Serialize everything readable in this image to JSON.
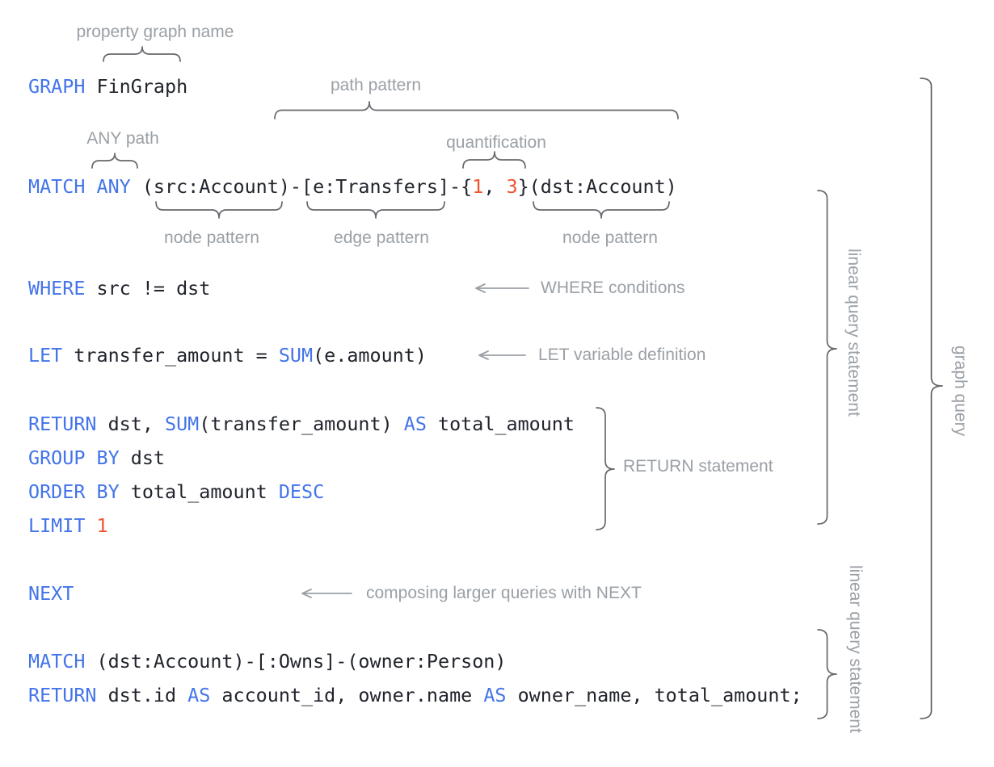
{
  "colors": {
    "kw": "#4374e9",
    "code": "#21242c",
    "num": "#f0532e",
    "label": "#9aa0a6",
    "brace": "#66696d",
    "arrow": "#9aa0a6"
  },
  "code": {
    "lines": {
      "graph": {
        "tokens": [
          {
            "t": "GRAPH",
            "c": "kw"
          },
          {
            "t": " FinGraph",
            "c": "pl"
          }
        ]
      },
      "match": {
        "tokens": [
          {
            "t": "MATCH ANY",
            "c": "kw"
          },
          {
            "t": " (src:Account)-[e:Transfers]-{",
            "c": "pl"
          },
          {
            "t": "1",
            "c": "num"
          },
          {
            "t": ", ",
            "c": "pl"
          },
          {
            "t": "3",
            "c": "num"
          },
          {
            "t": "}(dst:Account)",
            "c": "pl"
          }
        ]
      },
      "where": {
        "tokens": [
          {
            "t": "WHERE",
            "c": "kw"
          },
          {
            "t": " src != dst",
            "c": "pl"
          }
        ]
      },
      "let": {
        "tokens": [
          {
            "t": "LET",
            "c": "kw"
          },
          {
            "t": " transfer_amount = ",
            "c": "pl"
          },
          {
            "t": "SUM",
            "c": "kw"
          },
          {
            "t": "(e.amount)",
            "c": "pl"
          }
        ]
      },
      "return1": {
        "tokens": [
          {
            "t": "RETURN",
            "c": "kw"
          },
          {
            "t": " dst, ",
            "c": "pl"
          },
          {
            "t": "SUM",
            "c": "kw"
          },
          {
            "t": "(transfer_amount) ",
            "c": "pl"
          },
          {
            "t": "AS",
            "c": "kw"
          },
          {
            "t": " total_amount",
            "c": "pl"
          }
        ]
      },
      "group": {
        "tokens": [
          {
            "t": "GROUP BY",
            "c": "kw"
          },
          {
            "t": " dst",
            "c": "pl"
          }
        ]
      },
      "order": {
        "tokens": [
          {
            "t": "ORDER BY",
            "c": "kw"
          },
          {
            "t": " total_amount ",
            "c": "pl"
          },
          {
            "t": "DESC",
            "c": "kw"
          }
        ]
      },
      "limit": {
        "tokens": [
          {
            "t": "LIMIT",
            "c": "kw"
          },
          {
            "t": " ",
            "c": "pl"
          },
          {
            "t": "1",
            "c": "num"
          }
        ]
      },
      "next": {
        "tokens": [
          {
            "t": "NEXT",
            "c": "kw"
          }
        ]
      },
      "match2": {
        "tokens": [
          {
            "t": "MATCH",
            "c": "kw"
          },
          {
            "t": " (dst:Account)-[:Owns]-(owner:Person)",
            "c": "pl"
          }
        ]
      },
      "return2": {
        "tokens": [
          {
            "t": "RETURN",
            "c": "kw"
          },
          {
            "t": " dst.id ",
            "c": "pl"
          },
          {
            "t": "AS",
            "c": "kw"
          },
          {
            "t": " account_id, owner.name ",
            "c": "pl"
          },
          {
            "t": "AS",
            "c": "kw"
          },
          {
            "t": " owner_name, total_amount;",
            "c": "pl"
          }
        ]
      }
    }
  },
  "annotations": {
    "property_graph_name": "property graph name",
    "path_pattern": "path pattern",
    "any_path": "ANY path",
    "quantification": "quantification",
    "node_pattern_left": "node pattern",
    "edge_pattern": "edge pattern",
    "node_pattern_right": "node pattern",
    "where_conditions": "WHERE conditions",
    "let_variable_definition": "LET variable definition",
    "return_statement": "RETURN statement",
    "composing_next": "composing larger queries with NEXT",
    "linear_query_statement_top": "linear query statement",
    "linear_query_statement_bottom": "linear query statement",
    "graph_query": "graph query"
  }
}
